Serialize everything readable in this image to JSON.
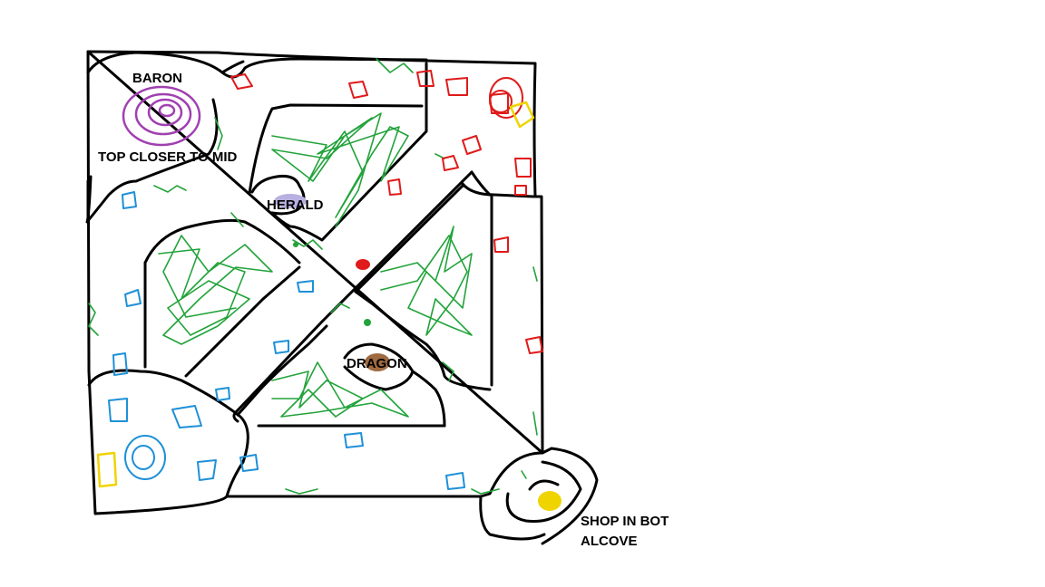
{
  "labels": {
    "baron": "BARON",
    "top_closer": "TOP CLOSER TO MID",
    "herald": "HERALD",
    "dragon": "DRAGON",
    "shop_line1": "SHOP IN BOT",
    "shop_line2": "ALCOVE"
  },
  "colors": {
    "outline": "#000000",
    "jungle": "#22a33a",
    "red_team": "#e01a1a",
    "blue_team": "#1e90d8",
    "ward_yellow": "#f0d400",
    "baron": "#a040b0",
    "herald": "#b8b0e0",
    "dragon": "#a06a40"
  }
}
